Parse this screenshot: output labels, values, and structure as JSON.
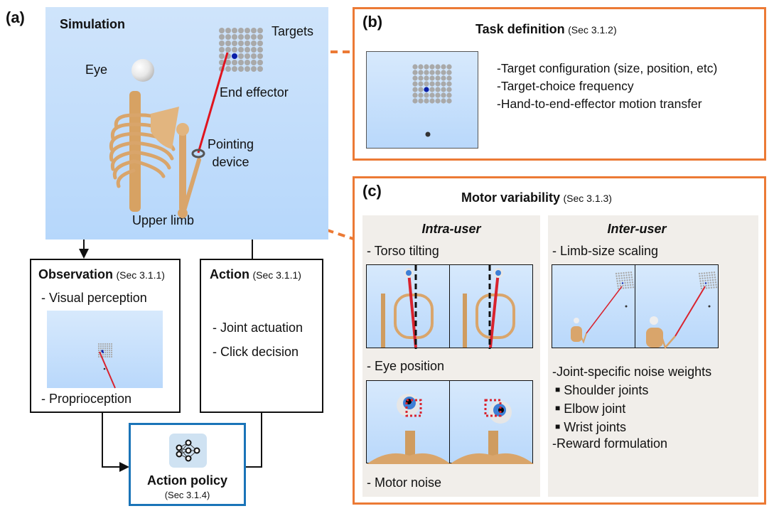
{
  "panel_a": {
    "label": "(a)",
    "simulation": {
      "title": "Simulation",
      "labels": {
        "eye": "Eye",
        "targets": "Targets",
        "end_effector": "End effector",
        "pointing_device": [
          "Pointing",
          "device"
        ],
        "upper_limb": "Upper limb"
      }
    },
    "observation": {
      "title": "Observation",
      "section": "(Sec 3.1.1)",
      "items": [
        "- Visual perception",
        "- Proprioception"
      ]
    },
    "action": {
      "title": "Action",
      "section": "(Sec 3.1.1)",
      "items": [
        "- Joint actuation",
        "- Click decision"
      ]
    },
    "policy": {
      "title": "Action policy",
      "section": "(Sec 3.1.4)",
      "icon": "neural-network-icon"
    }
  },
  "panel_b": {
    "label": "(b)",
    "title": "Task definition",
    "section": "(Sec 3.1.2)",
    "items": [
      "-Target configuration (size, position, etc)",
      "-Target-choice frequency",
      "-Hand-to-end-effector motion transfer"
    ]
  },
  "panel_c": {
    "label": "(c)",
    "title": "Motor variability",
    "section": "(Sec 3.1.3)",
    "intra": {
      "heading": "Intra-user",
      "items": [
        "- Torso tilting",
        "- Eye position",
        "- Motor noise"
      ]
    },
    "inter": {
      "heading": "Inter-user",
      "items": [
        "- Limb-size scaling"
      ],
      "noise_heading": "-Joint-specific noise weights",
      "noise_items": [
        "Shoulder joints",
        "Elbow joint",
        "Wrist joints"
      ],
      "reward": "-Reward formulation"
    }
  },
  "colors": {
    "accent_orange": "#ec7a35",
    "policy_blue": "#1a74b8",
    "laser_red": "#d9232e",
    "target_blue": "#0a1fa8",
    "bone": "#d9a56b"
  }
}
